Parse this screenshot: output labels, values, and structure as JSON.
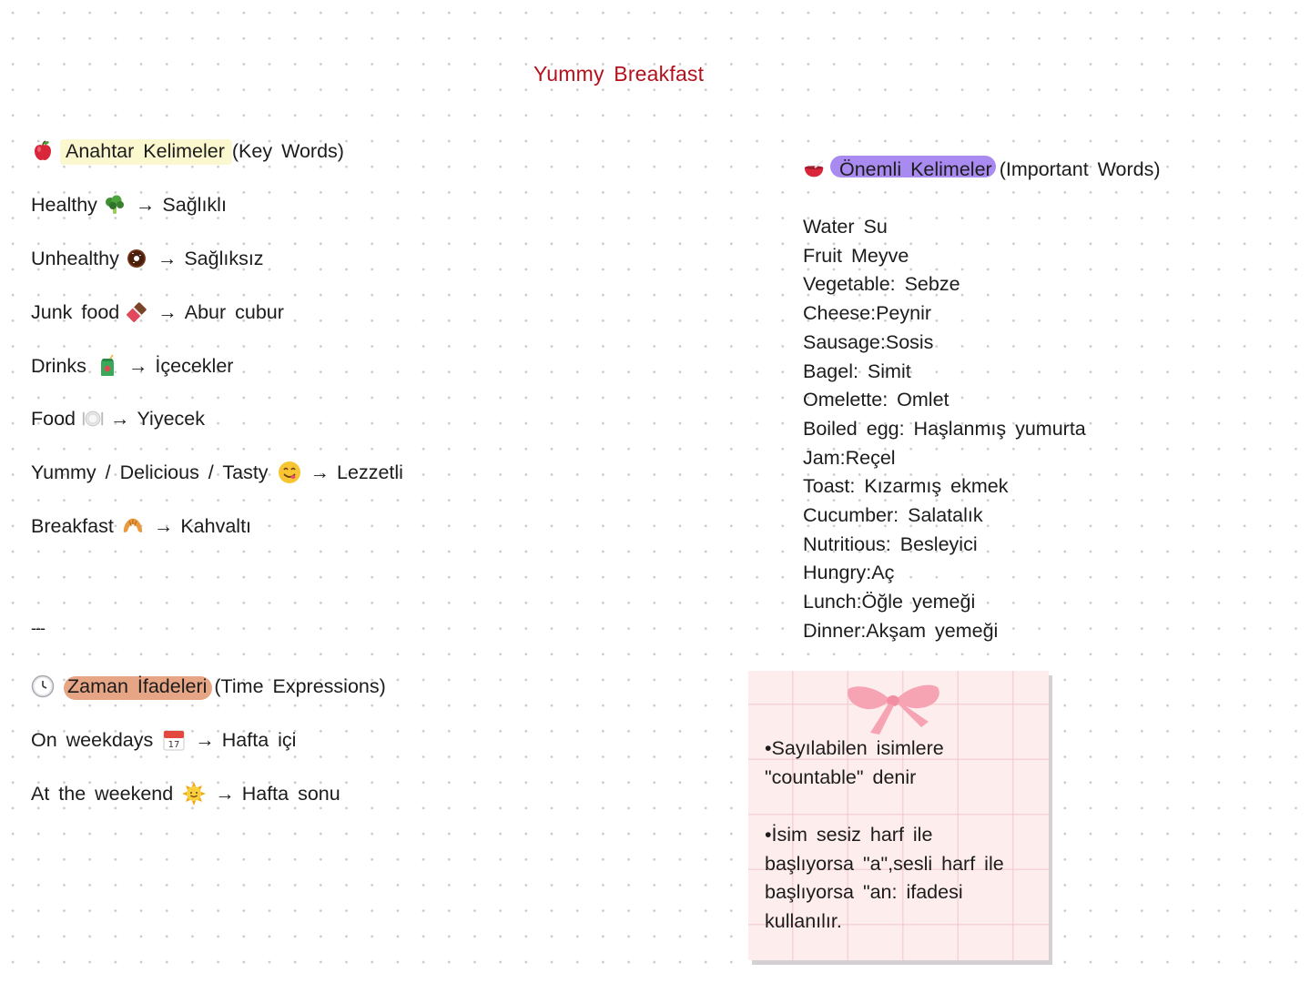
{
  "title": "Yummy Breakfast",
  "key_words": {
    "icon": "red-apple-icon",
    "heading_highlighted": "Anahtar Kelimeler",
    "heading_rest": "(Key Words)",
    "items": [
      {
        "english": "Healthy",
        "icon": "broccoli-icon",
        "arrow": "→",
        "turkish": "Sağlıklı"
      },
      {
        "english": "Unhealthy",
        "icon": "donut-icon",
        "arrow": "→",
        "turkish": "Sağlıksız"
      },
      {
        "english": "Junk food",
        "icon": "chocolate-bar-icon",
        "arrow": "→",
        "turkish": "Abur cubur"
      },
      {
        "english": "Drinks",
        "icon": "juice-box-icon",
        "arrow": "→",
        "turkish": "İçecekler"
      },
      {
        "english": "Food",
        "icon": "plate-cutlery-icon",
        "arrow": "→",
        "turkish": "Yiyecek"
      },
      {
        "english": "Yummy / Delicious / Tasty",
        "icon": "yum-face-icon",
        "arrow": "→",
        "turkish": "Lezzetli"
      },
      {
        "english": "Breakfast",
        "icon": "croissant-icon",
        "arrow": "→",
        "turkish": "Kahvaltı"
      }
    ]
  },
  "separator": "---",
  "time_expressions": {
    "icon": "clock-icon",
    "heading_highlighted": "Zaman İfadeleri",
    "heading_rest": "(Time Expressions)",
    "items": [
      {
        "english": "On weekdays",
        "icon": "calendar-icon",
        "calendar_day": "17",
        "arrow": "→",
        "turkish": "Hafta içi"
      },
      {
        "english": "At the weekend",
        "icon": "sun-face-icon",
        "arrow": "→",
        "turkish": "Hafta sonu"
      }
    ]
  },
  "important_words": {
    "icon": "bowl-spoon-icon",
    "heading_highlighted": "Önemli Kelimeler",
    "heading_rest": "(Important Words)",
    "items": [
      "Water Su",
      "Fruit Meyve",
      "Vegetable: Sebze",
      "Cheese:Peynir",
      "Sausage:Sosis",
      "Bagel: Simit",
      "Omelette: Omlet",
      "Boiled egg: Haşlanmış yumurta",
      "Jam:Reçel",
      "Toast: Kızarmış ekmek",
      "Cucumber: Salatalık",
      "Nutritious: Besleyici",
      "Hungry:Aç",
      "Lunch:Öğle yemeği",
      "Dinner:Akşam yemeği"
    ]
  },
  "sticky_note": {
    "icon": "pink-bow-icon",
    "note_1": "•Sayılabilen isimlere\n\"countable\" denir",
    "note_2": "•İsim sesiz harf ile\nbaşlıyorsa \"a\",sesli harf ile\nbaşlıyorsa \"an: ifadesi\nkullanılır."
  },
  "colors": {
    "title": "#b3121d",
    "highlight_yellow": "#fbf7cf",
    "highlight_purple": "#a98af0",
    "highlight_orange": "#e6a585",
    "note_background": "#fdeded",
    "bow": "#f6a4b4"
  }
}
